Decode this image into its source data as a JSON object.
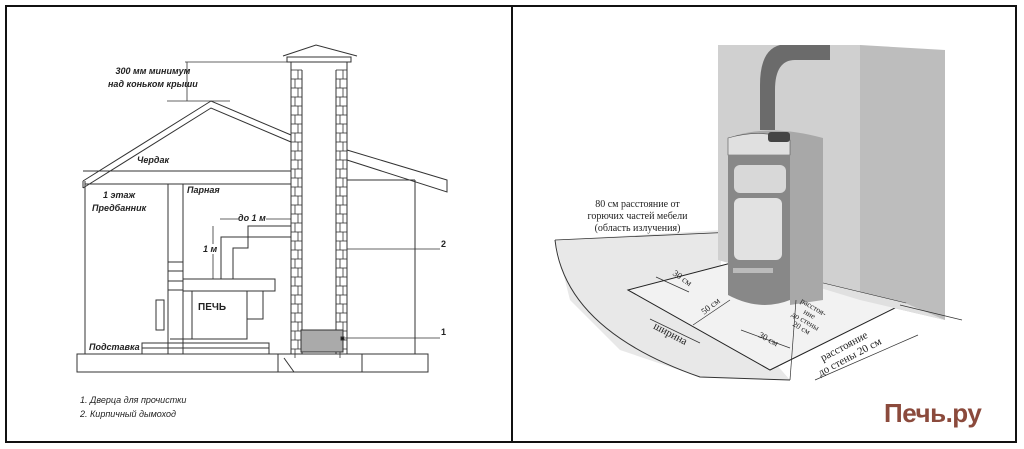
{
  "left_diagram": {
    "roof_clearance": [
      "300 мм минимум",
      "над коньком крыши"
    ],
    "attic": "Чердак",
    "floor": [
      "1 этаж",
      "Предбанник"
    ],
    "steam_room": "Парная",
    "distance_horizontal": "до 1 м",
    "distance_vertical": "1 м",
    "stove": "ПЕЧЬ",
    "stand": "Подставка",
    "marker_1": "1",
    "marker_2": "2",
    "legend": [
      "1.  Дверца для прочистки",
      "2. Кирпичный дымоход"
    ]
  },
  "right_diagram": {
    "radiation_note": [
      "80 см расстояние от",
      "горючих частей мебели",
      "(область излучения)"
    ],
    "dim_30_left": "30 см",
    "dim_50": "50 см",
    "dim_width": "ширина",
    "dim_30_front": "30 см",
    "wall_distance_side": [
      "расстоя-",
      "ние",
      "до стены",
      "20 см"
    ],
    "wall_distance_back": [
      "расстояние",
      "до стены 20 см"
    ],
    "logo": "Печь.ру"
  },
  "colors": {
    "logo": "#8b4a3c",
    "wall": "#c8c8c8",
    "floor": "#e6e6e6"
  }
}
